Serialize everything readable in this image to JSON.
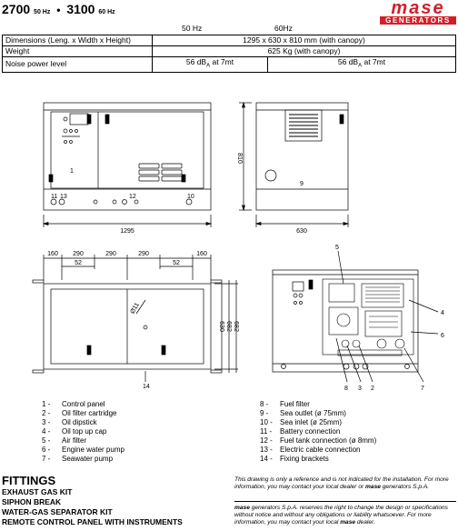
{
  "header": {
    "model_1": "2700",
    "freq_1": "50 Hz",
    "bullet": "•",
    "model_2": "3100",
    "freq_2": "60 Hz",
    "logo_word": "mase",
    "logo_sub": "GENERATORS"
  },
  "colors": {
    "brand_red": "#d41f2a"
  },
  "spec_table": {
    "col_50": "50 Hz",
    "col_60": "60Hz",
    "rows": [
      {
        "label": "Dimensions (Leng. x Width x Height)",
        "value": "1295 x 630 x 810 mm (with canopy)"
      },
      {
        "label": "Weight",
        "value": "625 Kg (with canopy)"
      },
      {
        "label": "Noise power level",
        "value_50": "56  dB",
        "sub": "A",
        "suffix": " at 7mt",
        "value_60": "56  dB"
      }
    ]
  },
  "dimensions": {
    "length": "1295",
    "width": "630",
    "height": "810",
    "d160a": "160",
    "d290a": "290",
    "d290b": "290",
    "d290c": "290",
    "d160b": "160",
    "d52a": "52",
    "d52b": "52",
    "d11": "Ø11",
    "d630": "630",
    "d682a": "682",
    "d682b": "682"
  },
  "callouts": {
    "front_1": "1",
    "front_11": "11",
    "front_13": "13",
    "front_12": "12",
    "front_10": "10",
    "side_9": "9",
    "plan_14": "14",
    "open_5": "5",
    "open_4": "4",
    "open_6": "6",
    "open_8": "8",
    "open_3": "3",
    "open_2": "2",
    "open_7": "7"
  },
  "legend_left": [
    {
      "num": "1 -",
      "text": "Control panel"
    },
    {
      "num": "2 -",
      "text": "Oil filter cartridge"
    },
    {
      "num": "3 -",
      "text": "Oil dipstick"
    },
    {
      "num": "4 -",
      "text": "Oil top up cap"
    },
    {
      "num": "5 -",
      "text": "Air filter"
    },
    {
      "num": "6 -",
      "text": "Engine water pump"
    },
    {
      "num": "7 -",
      "text": "Seawater pump"
    }
  ],
  "legend_right": [
    {
      "num": "8 -",
      "text": "Fuel filter"
    },
    {
      "num": "9 -",
      "text": "Sea outlet (ø 75mm)"
    },
    {
      "num": "10 -",
      "text": "Sea inlet (ø 25mm)"
    },
    {
      "num": "11 -",
      "text": "Battery connection"
    },
    {
      "num": "12 -",
      "text": "Fuel tank connection (ø 8mm)"
    },
    {
      "num": "13 -",
      "text": "Electric cable connection"
    },
    {
      "num": "14 -",
      "text": "Fixing brackets"
    }
  ],
  "fittings": {
    "title": "FITTINGS",
    "items": [
      "EXHAUST GAS KIT",
      "SIPHON BREAK",
      "WATER-GAS SEPARATOR KIT",
      "REMOTE CONTROL PANEL WITH INSTRUMENTS"
    ]
  },
  "notes": {
    "note1_a": "This drawing is only a reference and is not indicated for the installation. For more information, you may contact your local dealer or ",
    "note1_brand": "mase",
    "note1_b": " generators S.p.A.",
    "note2_brand": "mase",
    "note2_a": " generators S.p.A. reserves the right to change the design or specifications without notice and without any obligations or liability whatsoever. For more information, you may contact your local ",
    "note2_brand2": "mase",
    "note2_b": " dealer."
  }
}
